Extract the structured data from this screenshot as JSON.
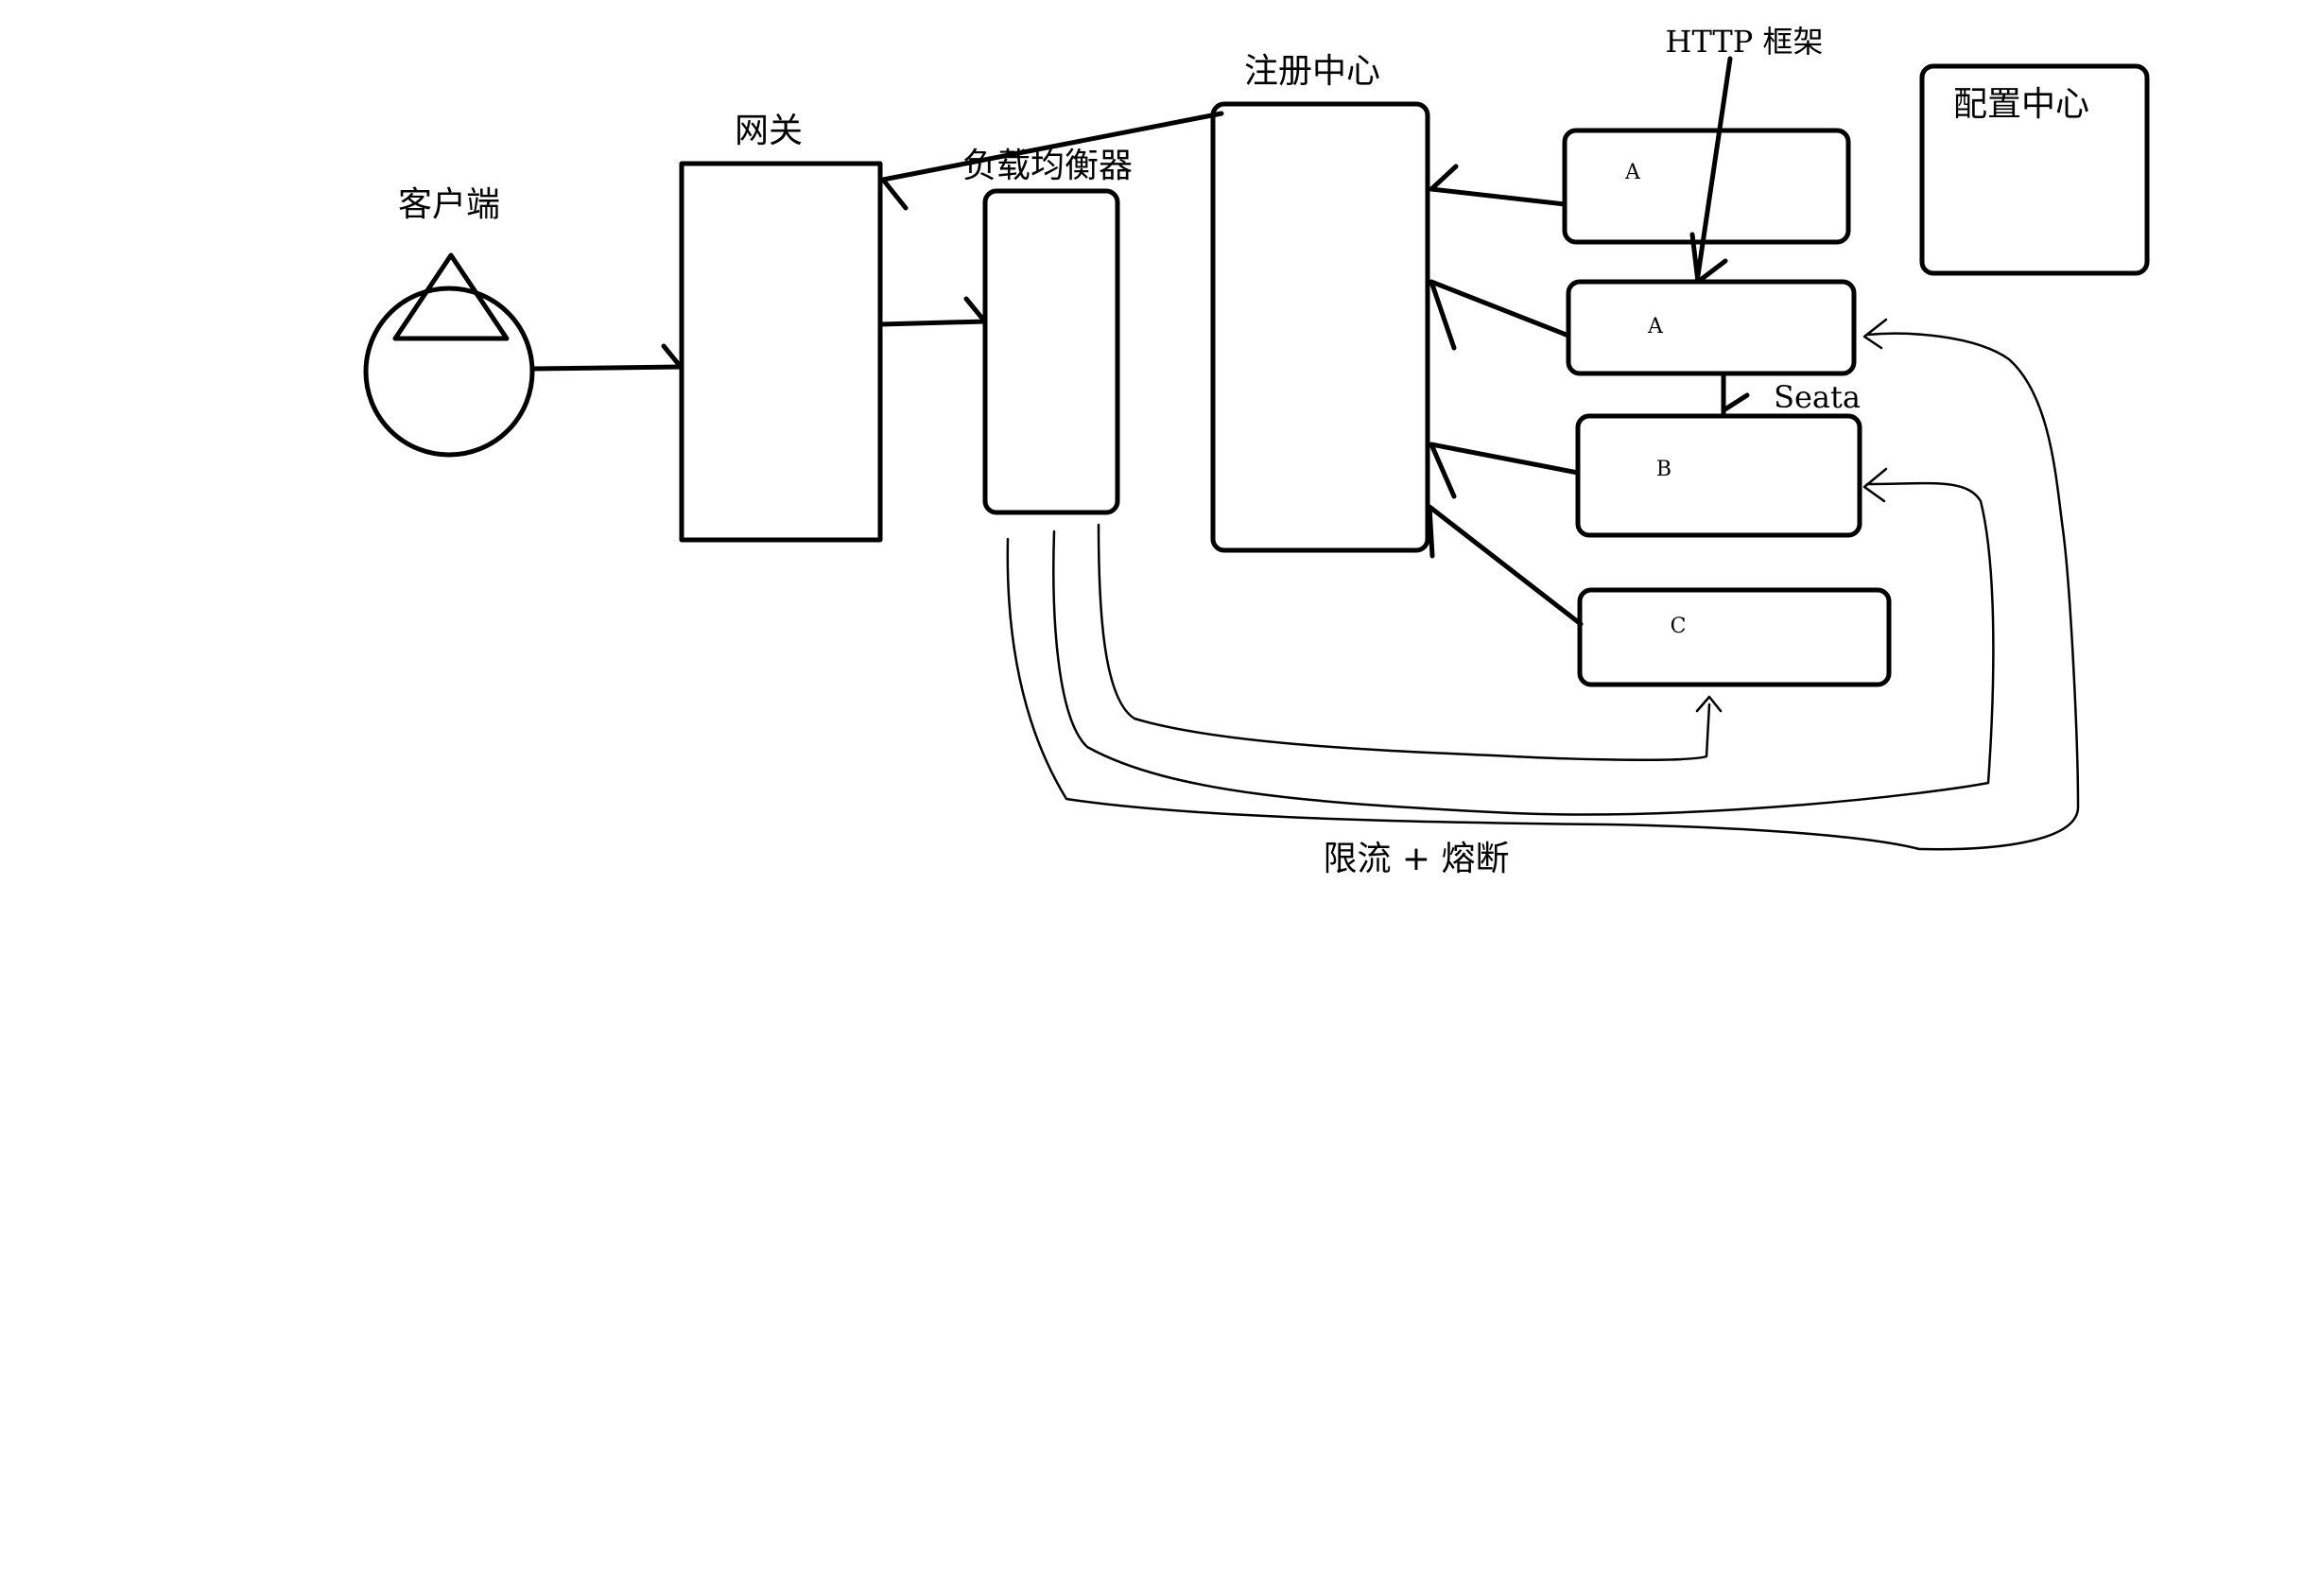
{
  "labels": {
    "client": "客户端",
    "gateway": "网关",
    "load_balancer": "负载均衡器",
    "registry": "注册中心",
    "http_framework": "HTTP 框架",
    "config_center": "配置中心",
    "seata": "Seata",
    "rate_limit": "限流 + 熔断"
  },
  "services": {
    "a1": "A",
    "a2": "A",
    "b": "B",
    "c": "C"
  }
}
